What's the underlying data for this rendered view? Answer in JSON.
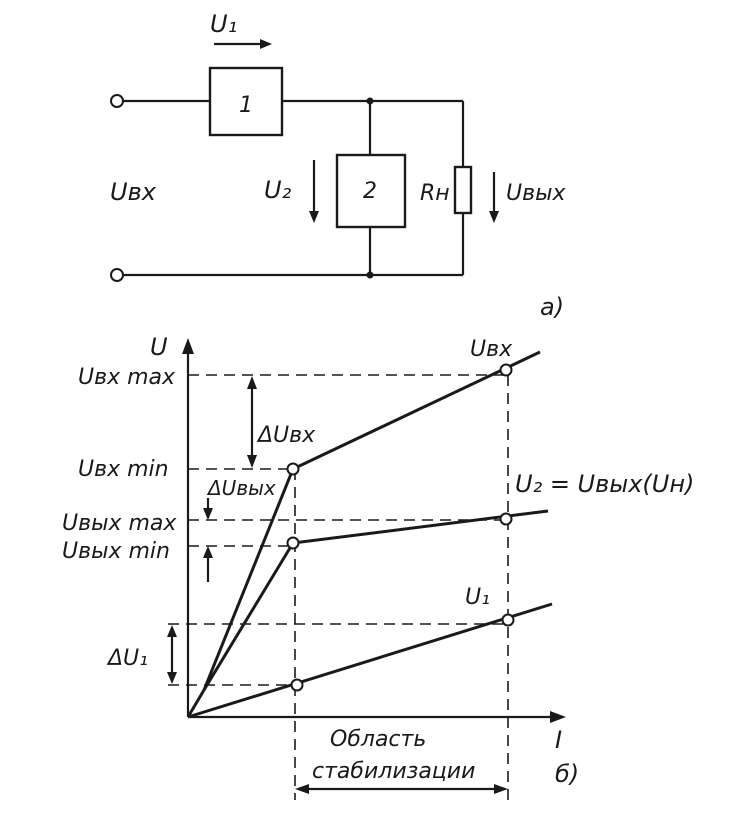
{
  "circuit": {
    "u1": "U₁",
    "block1": "1",
    "block2": "2",
    "u_in": "Uвх",
    "u2": "U₂",
    "r_load": "Rн",
    "u_out": "Uвых",
    "panel_label": "а)"
  },
  "graph": {
    "y_axis": "U",
    "x_axis": "I",
    "curve_in": "Uвх",
    "curve_out": "U₂ = Uвых(Uн)",
    "curve_u1": "U₁",
    "in_max": "Uвх max",
    "in_min": "Uвх min",
    "out_max": "Uвых max",
    "out_min": "Uвых min",
    "delta_in": "ΔUвх",
    "delta_out": "ΔUвых",
    "delta_u1": "ΔU₁",
    "region_line1": "Область",
    "region_line2": "стабилизации",
    "panel_label": "б)"
  }
}
